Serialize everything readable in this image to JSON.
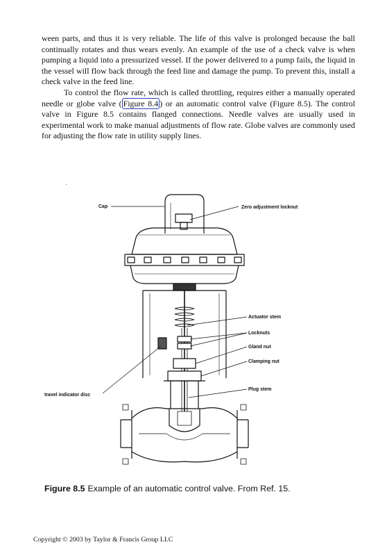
{
  "paragraphs": {
    "p1": "ween parts, and thus it is very reliable. The life of this valve is prolonged because the ball continually rotates and thus wears evenly. An example of the use of a check valve is when pumping a liquid into a pressurized vessel. If the power delivered to a pump fails, the liquid in the vessel will flow back through the feed line and damage the pump. To prevent this, install a check valve in the feed line.",
    "p2_before": "To control the flow rate, which is called throttling, requires either a manually operated needle or globe valve (",
    "p2_link": "Figure 8.4",
    "p2_after": ") or an automatic control valve (Figure 8.5). The control valve in Figure 8.5 contains flanged connections. Needle valves are usually used in experimental work to make manual adjustments of flow rate. Globe valves are commonly used for adjusting the flow rate in utility supply lines."
  },
  "figure": {
    "labels": {
      "cap": "Cap",
      "zero_locknut": "Zero adjustment locknut",
      "actuator_stem": "Actuator stem",
      "locknuts": "Locknuts",
      "gland_nut": "Gland nut",
      "clamping_nut": "Clamping nut",
      "plug_stem": "Plug stem",
      "travel_indicator": "travel indicator disc"
    },
    "caption_number": "Figure 8.5",
    "caption_text": "Example of an automatic control valve. From Ref. 15."
  },
  "footer": {
    "copyright": "Copyright © 2003 by Taylor & Francis Group LLC"
  }
}
